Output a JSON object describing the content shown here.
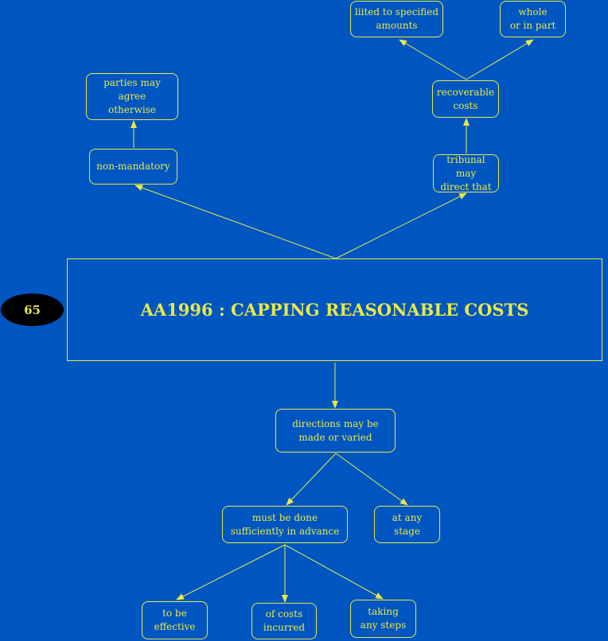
{
  "badge": "65",
  "title": "AA1996 : CAPPING REASONABLE COSTS",
  "colors": {
    "background": "#0056c0",
    "accent": "#e8e84a",
    "badge_fill": "#000000"
  },
  "nodes": {
    "limited_to_specified_amounts": "liited to specified\namounts",
    "whole_or_in_part": "whole\nor in part",
    "parties_may_agree_otherwise": "parties may agree\notherwise",
    "recoverable_costs": "recoverable\ncosts",
    "non_mandatory": "non-mandatory",
    "tribunal_may_direct_that": "tribunal may\ndirect that",
    "directions_may_be_made_or_varied": "directions may be\nmade or varied",
    "must_be_done_sufficiently_in_advance": "must be done\nsufficiently in advance",
    "at_any_stage": "at any stage",
    "to_be_effective": "to be\neffective",
    "of_costs_incurred": "of costs\nincurred",
    "taking_any_steps": "taking\nany steps"
  }
}
